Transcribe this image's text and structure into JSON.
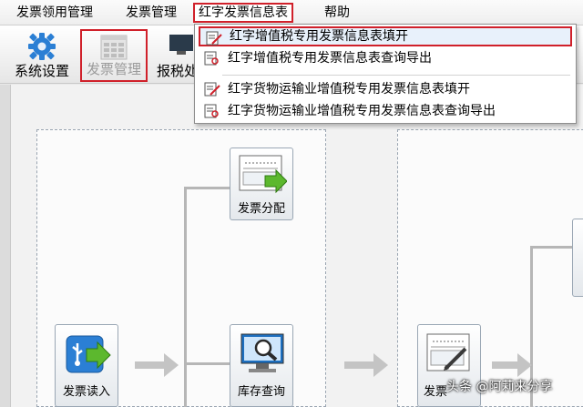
{
  "menubar": {
    "items": [
      {
        "label": "发票领用管理"
      },
      {
        "label": "发票管理"
      },
      {
        "label": "红字发票信息表"
      },
      {
        "label": "帮助"
      }
    ]
  },
  "toolbar": {
    "system_settings_label": "系统设置",
    "invoice_management_label": "发票管理",
    "tax_report_label": "报税处"
  },
  "dropdown": {
    "items": [
      {
        "label": "红字增值税专用发票信息表填开"
      },
      {
        "label": "红字增值税专用发票信息表查询导出"
      },
      {
        "label": "红字货物运输业增值税专用发票信息表填开"
      },
      {
        "label": "红字货物运输业增值税专用发票信息表查询导出"
      }
    ]
  },
  "tiles": {
    "invoice_allocation": "发票分配",
    "invoice_read": "发票读入",
    "inventory_query": "库存查询",
    "invoice_fill": "发票"
  },
  "watermark": "头条 @阿莉来分享",
  "colors": {
    "highlight_red": "#d0202a",
    "selected_bg": "#e8f1fb",
    "gear_blue": "#2b7fd4"
  }
}
